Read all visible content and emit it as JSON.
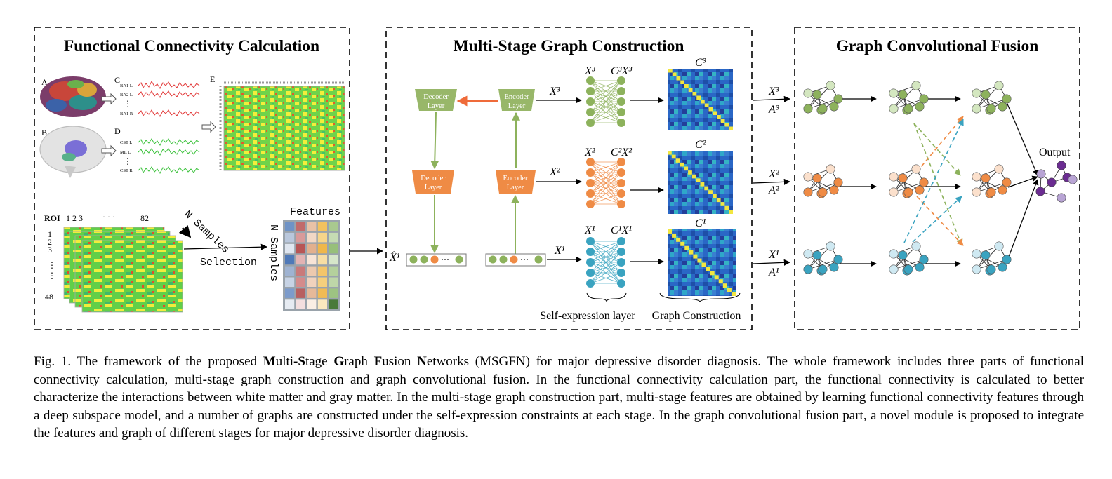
{
  "panels": {
    "fc": {
      "title": "Functional Connectivity Calculation",
      "letters": [
        "A",
        "B",
        "C",
        "D",
        "E"
      ],
      "c_labels": [
        "BA1 L",
        "BA2 L",
        "BA1 R"
      ],
      "d_labels": [
        "CST L",
        "ML L",
        "CST R"
      ],
      "vdots": "⋮",
      "roi_label": "ROI",
      "roi_cols": "1 2 3",
      "roi_dots": "· · ·",
      "roi_last": "82",
      "roi_rows": [
        "1",
        "2",
        "3"
      ],
      "roi_row_last": "48",
      "n_samples_diag": "N Samples",
      "selection": "Selection",
      "features": "Features",
      "n_samples_side": "N Samples"
    },
    "mgc": {
      "title": "Multi-Stage Graph Construction",
      "decoder": "Decoder Layer",
      "encoder": "Encoder Layer",
      "xhat": "X̂¹",
      "x_in": [
        "X³",
        "X²",
        "X¹"
      ],
      "stage_x": [
        "X³",
        "X²",
        "X¹"
      ],
      "stage_cx": [
        "C³X³",
        "C²X²",
        "C¹X¹"
      ],
      "c_labels": [
        "C³",
        "C²",
        "C¹"
      ],
      "self_expression": "Self-expression layer",
      "graph_construction": "Graph Construction"
    },
    "gcf": {
      "title": "Graph Convolutional Fusion",
      "x_in": [
        "X³",
        "X²",
        "X¹"
      ],
      "a_in": [
        "A³",
        "A²",
        "A¹"
      ],
      "output": "Output"
    }
  },
  "colors": {
    "green": "#8db25c",
    "green_light": "#d4e7c0",
    "orange": "#ef8b45",
    "orange_light": "#fbe0cc",
    "blue": "#3aa3c0",
    "blue_light": "#cfe9f2",
    "purple": "#6b2c91",
    "purple_light": "#b8a4d4",
    "enc_green": "#98b769",
    "red_arrow": "#ef6b3a"
  },
  "caption": {
    "prefix": "Fig. 1.  The framework of the proposed ",
    "name_parts": [
      [
        "M",
        "ulti-"
      ],
      [
        "S",
        "tage "
      ],
      [
        "G",
        "raph "
      ],
      [
        "F",
        "usion "
      ],
      [
        "N",
        "etworks"
      ]
    ],
    "rest": " (MSGFN) for major depressive disorder diagnosis. The whole framework includes three parts of functional connectivity calculation, multi-stage graph construction and graph convolutional fusion. In the functional connectivity calculation part, the functional connectivity is calculated to better characterize the interactions between white matter and gray matter. In the multi-stage graph construction part, multi-stage features are obtained by learning functional connectivity features through a deep subspace model, and a number of graphs are constructed under the self-expression constraints at each stage. In the graph convolutional fusion part, a novel module is proposed to integrate the features and graph of different stages for major depressive disorder diagnosis."
  }
}
